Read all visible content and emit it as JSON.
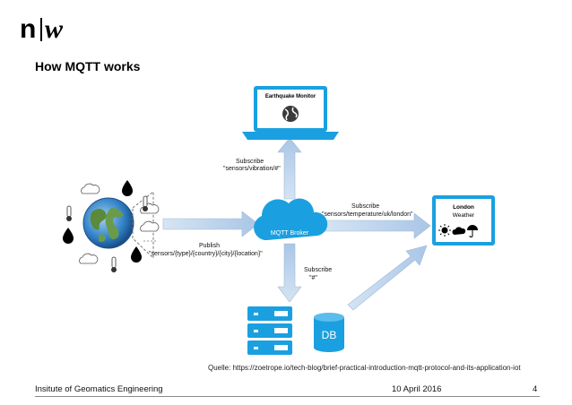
{
  "logo": {
    "text_n": "n",
    "text_w": "w"
  },
  "slide": {
    "title": "How MQTT works"
  },
  "diagram": {
    "monitor_title": "Earthquake Monitor",
    "tablet_title_1": "London",
    "tablet_title_2": "Weather",
    "broker_label": "MQTT Broker",
    "db_label": "DB",
    "subscribe_top_1": "Subscribe",
    "subscribe_top_2": "\"sensors/vibration/#\"",
    "subscribe_right_1": "Subscribe",
    "subscribe_right_2": "\"sensors/temperature/uk/london\"",
    "publish_1": "Publish",
    "publish_2": "\"sensors/{type}/{country}/{city}/{location}\"",
    "subscribe_bottom_1": "Subscribe",
    "subscribe_bottom_2": "\"#\""
  },
  "source": {
    "text": "Quelle: https://zoetrope.io/tech-blog/brief-practical-introduction-mqtt-protocol-and-its-application-iot"
  },
  "footer": {
    "institute": "Insitute of Geomatics Engineering",
    "date": "10 April 2016",
    "page": "4"
  },
  "colors": {
    "accent": "#1aa0e0",
    "arrow": "#aec9e6",
    "label": "#111111"
  }
}
